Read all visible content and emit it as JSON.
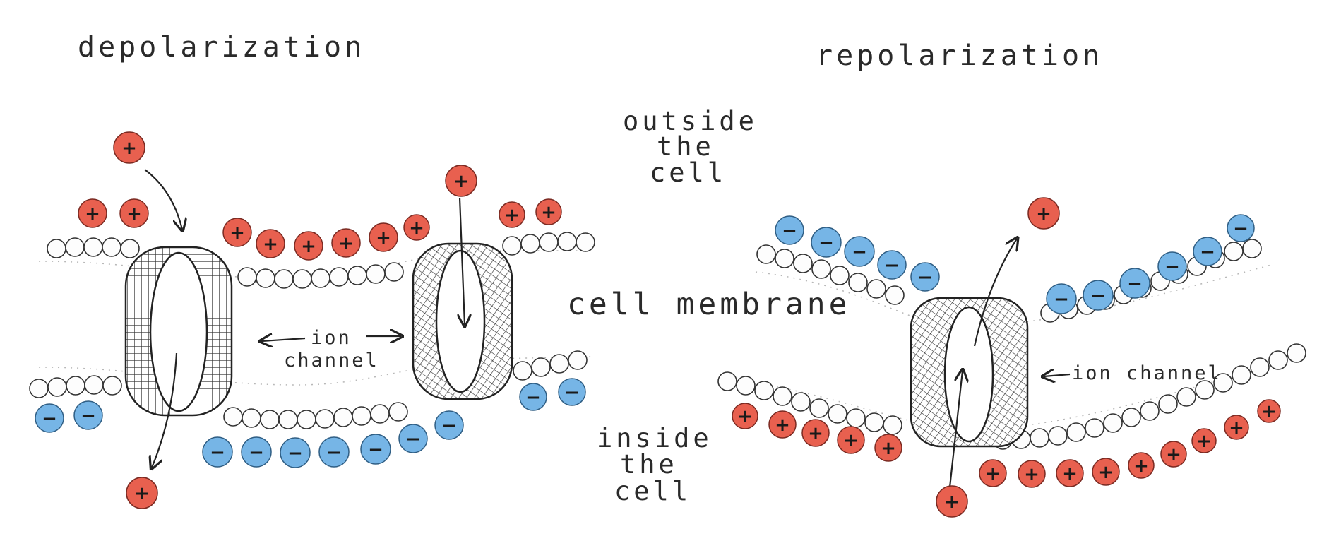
{
  "labels": {
    "depolarization": "depolarization",
    "repolarization": "repolarization",
    "outside": [
      "outside",
      "the",
      "cell"
    ],
    "membrane": "cell membrane",
    "inside": [
      "inside",
      "the",
      "cell"
    ],
    "ion_channel_left": [
      "ion",
      "channel"
    ],
    "ion_channel_right": "ion channel"
  },
  "ions": {
    "positive": "+",
    "negative": "−"
  },
  "colors": {
    "positive": "#e8604f",
    "negative": "#76b5e6",
    "ink": "#222222"
  }
}
